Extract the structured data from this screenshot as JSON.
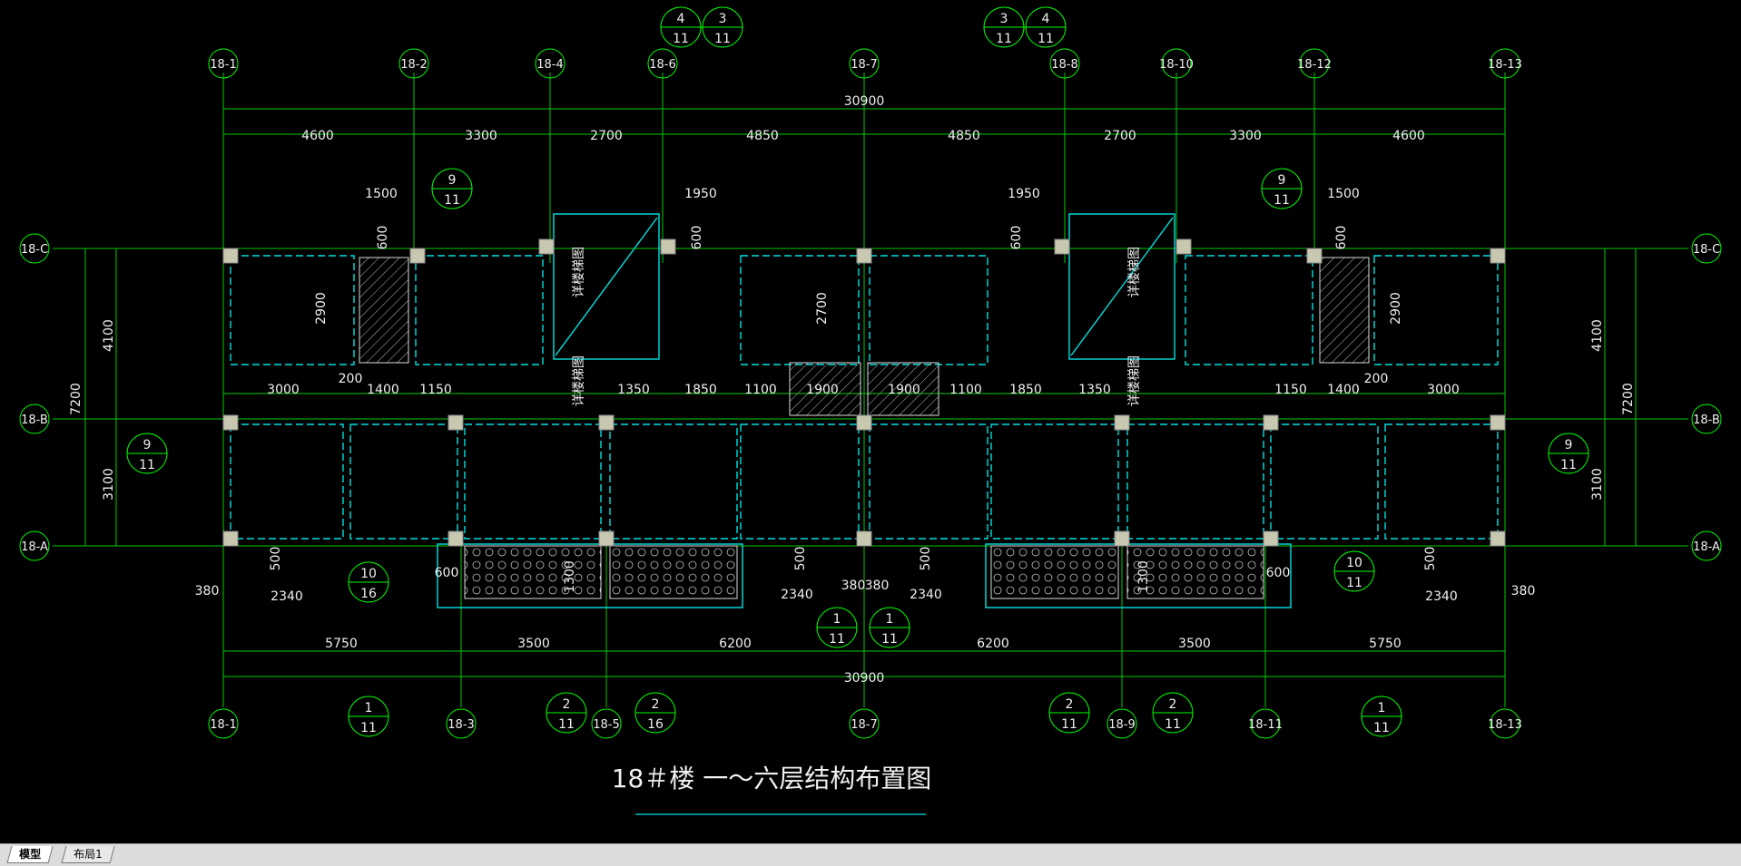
{
  "drawing": {
    "title": "18＃楼 一～六层结构布置图",
    "overall_dim": "30900",
    "top_dims": [
      "4600",
      "3300",
      "2700",
      "4850",
      "4850",
      "2700",
      "3300",
      "4600"
    ],
    "bottom_dims": [
      "5750",
      "3500",
      "6200",
      "6200",
      "3500",
      "5750"
    ],
    "left_dims": {
      "total": "7200",
      "upper": "4100",
      "lower": "3100"
    },
    "right_dims": {
      "total": "7200",
      "upper": "4100",
      "lower": "3100"
    },
    "top_axes": [
      "18-1",
      "18-2",
      "18-4",
      "18-6",
      "18-7",
      "18-8",
      "18-10",
      "18-12",
      "18-13"
    ],
    "bottom_axes": [
      "18-1",
      "18-3",
      "18-5",
      "18-7",
      "18-9",
      "18-11",
      "18-13"
    ],
    "row_axes": [
      "18-C",
      "18-B",
      "18-A"
    ],
    "mid_dims_left": [
      "3000",
      "200",
      "1400",
      "1150",
      "1350",
      "1850",
      "1100",
      "1900"
    ],
    "mid_dims_right": [
      "1900",
      "1100",
      "1850",
      "1350",
      "1150",
      "1400",
      "200",
      "3000"
    ],
    "bay_dims": [
      "1500",
      "1950",
      "1950",
      "1500"
    ],
    "small_dims": [
      "600",
      "600",
      "600",
      "600",
      "2900",
      "2700",
      "2900",
      "500",
      "500",
      "500",
      "500",
      "600",
      "600",
      "1300",
      "1300",
      "380",
      "380",
      "380",
      "380",
      "2340",
      "2340",
      "2340",
      "2340"
    ],
    "stair_label": "详楼梯图",
    "callouts": [
      {
        "top": "4",
        "bottom": "11"
      },
      {
        "top": "3",
        "bottom": "11"
      },
      {
        "top": "3",
        "bottom": "11"
      },
      {
        "top": "4",
        "bottom": "11"
      },
      {
        "top": "9",
        "bottom": "11"
      },
      {
        "top": "9",
        "bottom": "11"
      },
      {
        "top": "9",
        "bottom": "11"
      },
      {
        "top": "9",
        "bottom": "11"
      },
      {
        "top": "10",
        "bottom": "16"
      },
      {
        "top": "10",
        "bottom": "11"
      },
      {
        "top": "1",
        "bottom": "11"
      },
      {
        "top": "1",
        "bottom": "11"
      },
      {
        "top": "1",
        "bottom": "11"
      },
      {
        "top": "1",
        "bottom": "11"
      },
      {
        "top": "2",
        "bottom": "11"
      },
      {
        "top": "2",
        "bottom": "16"
      },
      {
        "top": "2",
        "bottom": "11"
      },
      {
        "top": "2",
        "bottom": "11"
      }
    ]
  },
  "tabs": [
    {
      "label": "模型",
      "active": true
    },
    {
      "label": "布局1",
      "active": false
    }
  ],
  "colors": {
    "background": "#000000",
    "axis": "#00ff00",
    "wall": "#00ffff",
    "text": "#f0f0f0",
    "column": "#c8c8c8"
  }
}
